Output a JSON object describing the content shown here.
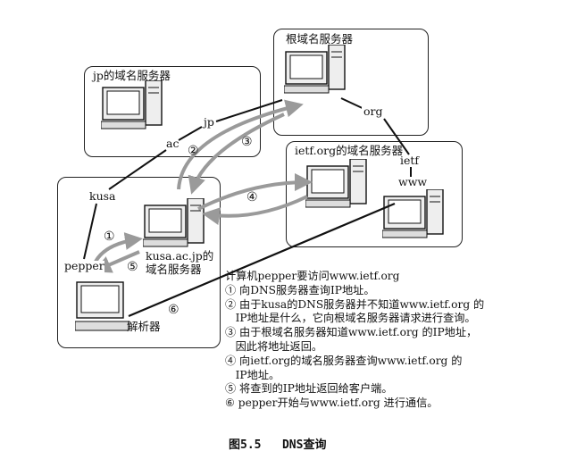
{
  "boxes": {
    "root": "根域名服务器",
    "jp": "jp的域名服务器",
    "ietf": "ietf.org的域名服务器",
    "kusa_line1": "kusa.ac.jp的",
    "kusa_line2": "域名服务器"
  },
  "tree_labels": {
    "org": "org",
    "jp": "jp",
    "ac": "ac",
    "kusa": "kusa",
    "pepper": "pepper",
    "ietf": "ietf",
    "www": "www"
  },
  "client_label": "解析器",
  "step_marks": [
    "①",
    "②",
    "③",
    "④",
    "⑤",
    "⑥"
  ],
  "notes": {
    "intro": "计算机pepper要访问www.ietf.org",
    "lines": [
      "① 向DNS服务器查询IP地址。",
      "② 由于kusa的DNS服务器并不知道www.ietf.org 的",
      "   IP地址是什么，它向根域名服务器请求进行查询。",
      "③ 由于根域名服务器知道www.ietf.org 的IP地址，",
      "   因此将地址返回。",
      "④ 向ietf.org的域名服务器查询www.ietf.org 的",
      "   IP地址。",
      "⑤ 将查到的IP地址返回给客户端。",
      "⑥ pepper开始与www.ietf.org 进行通信。"
    ]
  },
  "caption": "图5.5   DNS查询"
}
